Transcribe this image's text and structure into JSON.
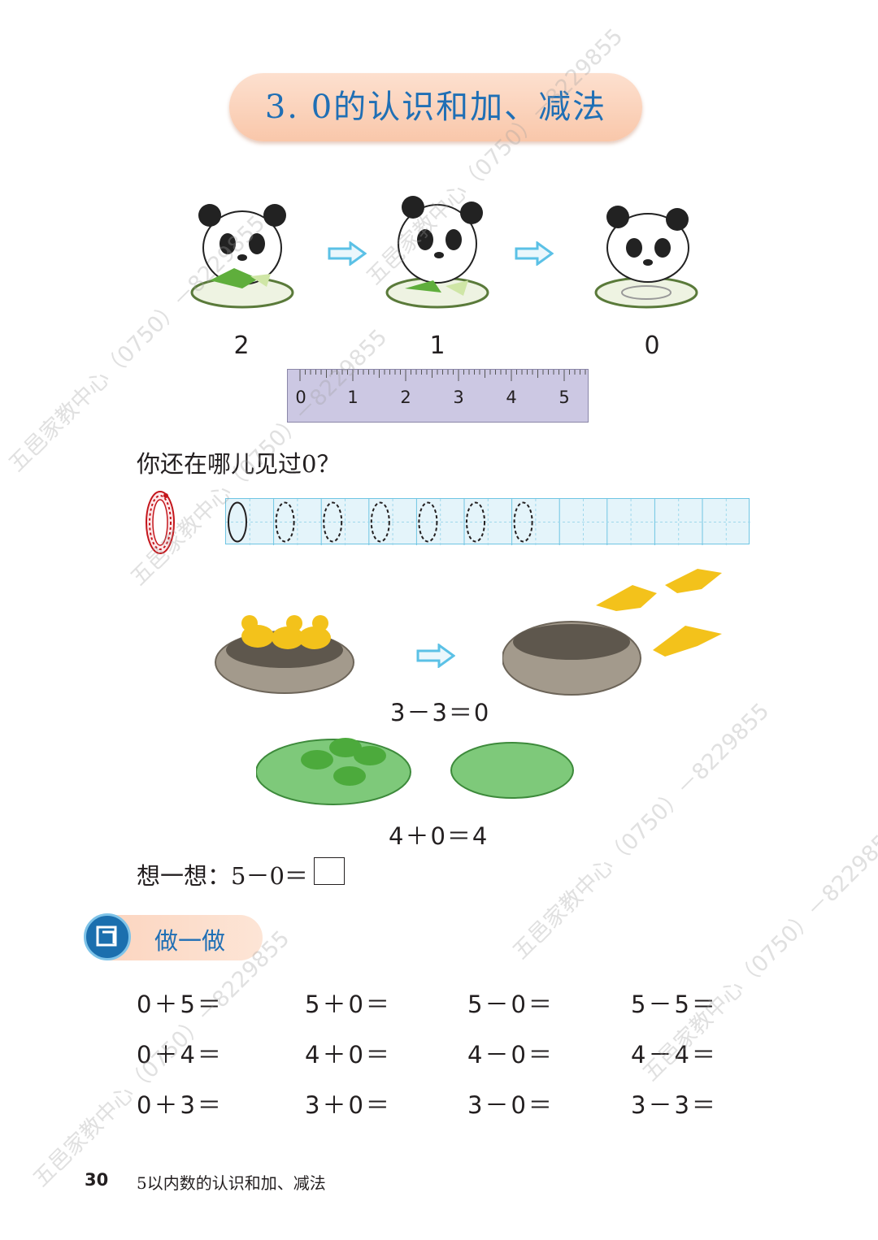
{
  "title": "3. 0的认识和加、减法",
  "pandas": {
    "labels": [
      "2",
      "1",
      "0"
    ]
  },
  "ruler": {
    "ticks": [
      "0",
      "1",
      "2",
      "3",
      "4",
      "5"
    ]
  },
  "question": "你还在哪儿见过0？",
  "birds_equation": "3－3＝0",
  "frogs_equation": "4＋0＝4",
  "think": {
    "label": "想一想：5－0＝"
  },
  "section": {
    "label": "做一做"
  },
  "exercises": [
    [
      "0＋5＝",
      "5＋0＝",
      "5－0＝",
      "5－5＝"
    ],
    [
      "0＋4＝",
      "4＋0＝",
      "4－0＝",
      "4－4＝"
    ],
    [
      "0＋3＝",
      "3＋0＝",
      "3－0＝",
      "3－3＝"
    ]
  ],
  "footer": {
    "page_number": "30",
    "chapter": "5以内数的认识和加、减法"
  },
  "watermark": "五邑家教中心（0750）－8229855",
  "colors": {
    "title_text": "#1f6fb5",
    "title_pill": "#f9c7aa",
    "arrow": "#5bc1e6",
    "grid": "#e4f4fa",
    "ruler": "#ccc8e3"
  }
}
